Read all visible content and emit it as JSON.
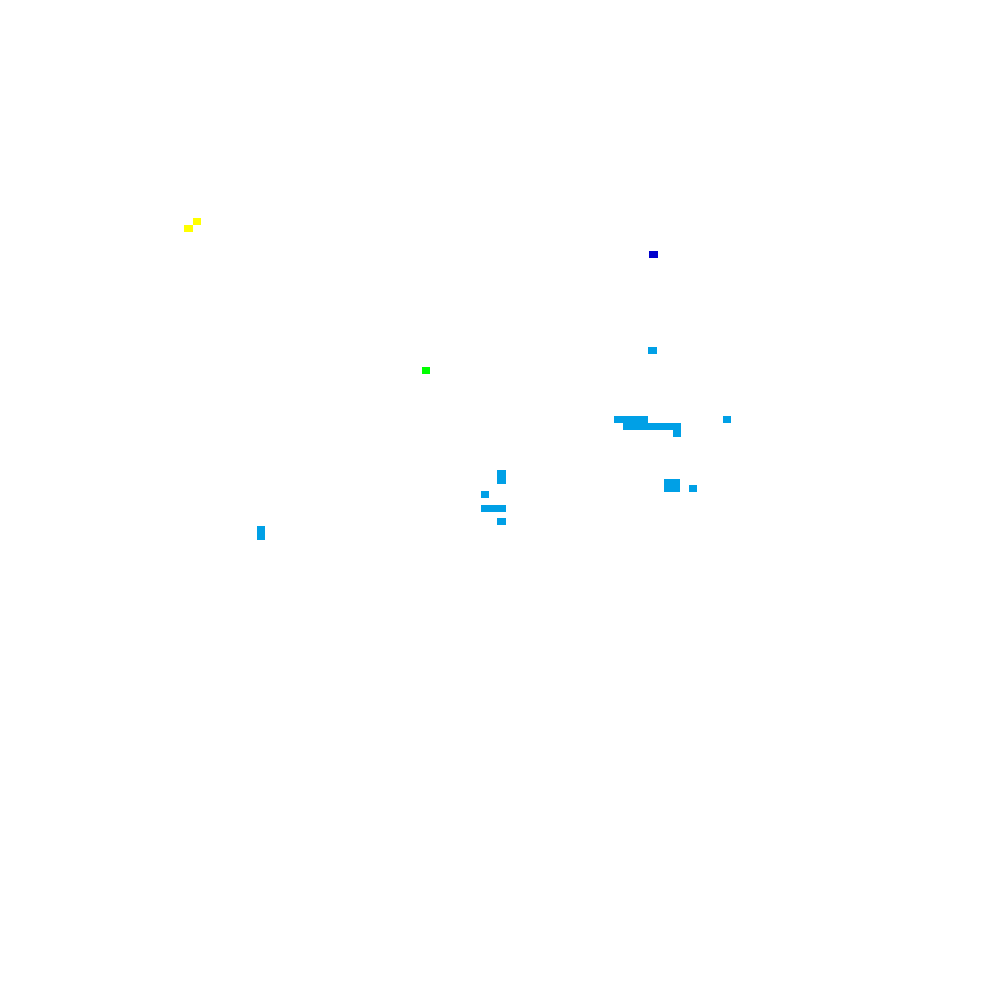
{
  "palette": {
    "yellow": "#ffff00",
    "dark_blue": "#0000cc",
    "sky_blue": "#00a0e6",
    "green": "#00ff00",
    "background": "#ffffff"
  },
  "cells": [
    {
      "name": "yellow-speck-upper",
      "color": "yellow"
    },
    {
      "name": "yellow-speck-lower",
      "color": "yellow"
    },
    {
      "name": "dark-blue-speck",
      "color": "dark_blue"
    },
    {
      "name": "blue-speck-top",
      "color": "sky_blue"
    },
    {
      "name": "green-speck",
      "color": "green"
    },
    {
      "name": "blue-bar-short",
      "color": "sky_blue"
    },
    {
      "name": "blue-bar-long",
      "color": "sky_blue"
    },
    {
      "name": "blue-bar-tail",
      "color": "sky_blue"
    },
    {
      "name": "blue-speck-right",
      "color": "sky_blue"
    },
    {
      "name": "blue-block-a",
      "color": "sky_blue"
    },
    {
      "name": "blue-speck-b",
      "color": "sky_blue"
    },
    {
      "name": "blue-speck-c",
      "color": "sky_blue"
    },
    {
      "name": "blue-dash-d",
      "color": "sky_blue"
    },
    {
      "name": "blue-speck-e",
      "color": "sky_blue"
    },
    {
      "name": "blue-block-f",
      "color": "sky_blue"
    },
    {
      "name": "blue-speck-g",
      "color": "sky_blue"
    },
    {
      "name": "blue-block-h",
      "color": "sky_blue"
    }
  ]
}
